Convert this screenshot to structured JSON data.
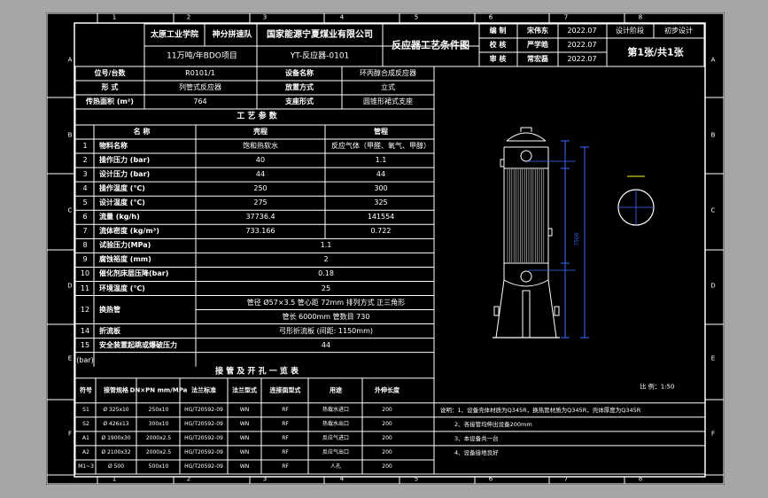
{
  "title_block": {
    "school": "太原工业学院",
    "team": "神分拼速队",
    "company": "国家能源宁夏煤业有限公司",
    "project": "11万吨/年BDO项目",
    "equipment_code": "YT-反应器-0101",
    "drawing_name": "反应器工艺条件图",
    "roles": [
      {
        "label": "编    制",
        "name": "宋伟东",
        "date": "2022.07"
      },
      {
        "label": "校    核",
        "name": "严学皓",
        "date": "2022.07"
      },
      {
        "label": "审    核",
        "name": "常宏磊",
        "date": "2022.07"
      }
    ],
    "stage_label": "设计阶段",
    "stage_value": "初步设计",
    "sheet": "第1张/共1张"
  },
  "info_rows": [
    {
      "k1": "位号/台数",
      "v1": "R0101/1",
      "k2": "设备名称",
      "v2": "环丙醇合成反应器"
    },
    {
      "k1": "形    式",
      "v1": "列管式反应器",
      "k2": "放置方式",
      "v2": "立式"
    },
    {
      "k1": "传热面积 (m²)",
      "v1": "764",
      "k2": "支座形式",
      "v2": "圆锥形裙式支座"
    }
  ],
  "process_title": "工 艺 参 数",
  "process_header": {
    "name": "名    称",
    "shell": "壳程",
    "tube": "管程"
  },
  "process_rows": [
    {
      "no": "1",
      "name": "物料名称",
      "shell": "饱和热软水",
      "tube": "反应气体（甲醛、氧气、甲醇）"
    },
    {
      "no": "2",
      "name": "操作压力 (bar)",
      "shell": "40",
      "tube": "1.1"
    },
    {
      "no": "3",
      "name": "设计压力 (bar)",
      "shell": "44",
      "tube": "44"
    },
    {
      "no": "4",
      "name": "操作温度 (℃)",
      "shell": "250",
      "tube": "300"
    },
    {
      "no": "5",
      "name": "设计温度 (℃)",
      "shell": "275",
      "tube": "325"
    },
    {
      "no": "6",
      "name": "流量 (kg/h)",
      "shell": "37736.4",
      "tube": "141554"
    },
    {
      "no": "7",
      "name": "流体密度 (kg/m³)",
      "shell": "733.166",
      "tube": "0.722"
    },
    {
      "no": "8",
      "name": "试验压力(MPa)",
      "merged": "1.1"
    },
    {
      "no": "9",
      "name": "腐蚀裕度 (mm)",
      "merged": "2"
    },
    {
      "no": "10",
      "name": "催化剂床层压降(bar)",
      "merged": "0.18"
    },
    {
      "no": "11",
      "name": "环境温度 (℃)",
      "merged": "25"
    },
    {
      "no": "12",
      "name": "换热管",
      "line1": "管径 Ø57×3.5    管心距 72mm    排列方式 正三角形",
      "line2": "管长 6000mm    管数目 730"
    },
    {
      "no": "14",
      "name": "折流板",
      "merged": "弓形折流板 (间距: 1150mm)"
    },
    {
      "no": "15",
      "name": "安全装置起跳或爆破压力",
      "merged": "44"
    }
  ],
  "process_last_unit": "(bar)",
  "nozzle_title": "接 管 及 开 孔 一 览 表",
  "nozzle_header": {
    "seq": "符号",
    "size": "接管规格",
    "dn": "DN×PN mm/MPa",
    "flange_std": "法兰标准",
    "flange_type": "法兰型式",
    "face": "连接面型式",
    "purpose": "用途",
    "ext": "外伸长度"
  },
  "nozzles": [
    {
      "seq": "S1",
      "size": "Ø 325x10",
      "dn": "250x10",
      "std": "HG/T20592-09",
      "type": "WN",
      "face": "RF",
      "purpose": "热载水进口",
      "ext": "200"
    },
    {
      "seq": "S2",
      "size": "Ø 426x13",
      "dn": "300x10",
      "std": "HG/T20592-09",
      "type": "WN",
      "face": "RF",
      "purpose": "热载水出口",
      "ext": "200"
    },
    {
      "seq": "A1",
      "size": "Ø 1900x30",
      "dn": "2000x2.5",
      "std": "HG/T20592-09",
      "type": "WN",
      "face": "RF",
      "purpose": "反应气进口",
      "ext": "200"
    },
    {
      "seq": "A2",
      "size": "Ø 2100x32",
      "dn": "2000x2.5",
      "std": "HG/T20592-09",
      "type": "WN",
      "face": "RF",
      "purpose": "反应气出口",
      "ext": "200"
    },
    {
      "seq": "M1~3",
      "size": "Ø 500",
      "dn": "500x10",
      "std": "HG/T20592-09",
      "type": "WN",
      "face": "RF",
      "purpose": "人孔",
      "ext": "200"
    }
  ],
  "notes": [
    "说明：1、设备壳体材质为Q345R，换热管材质为Q345R，壳体厚度为Q345R",
    "2、各接管均伸出设备200mm",
    "3、本设备共一台",
    "4、设备接地良好"
  ],
  "scale": "比 例：1:50",
  "border_numbers": [
    "1",
    "2",
    "3",
    "4",
    "5",
    "6",
    "7",
    "8"
  ],
  "border_letters": [
    "A",
    "B",
    "C",
    "D",
    "E",
    "F"
  ],
  "drawing_dim": "7500",
  "colors": {
    "background": "#a6a6a6",
    "sheet": "#000000",
    "line": "#ffffff",
    "dim": "#3b6cff",
    "label": "#ffff00"
  }
}
